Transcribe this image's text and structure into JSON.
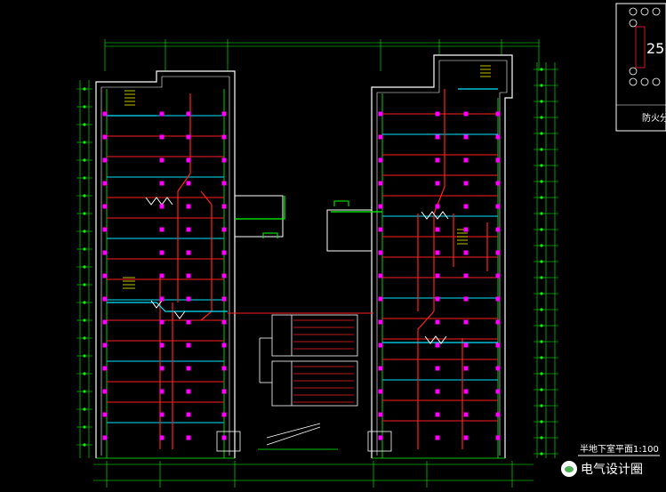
{
  "drawing": {
    "title": "半地下室平面1:100",
    "side_panel_label": "防火分",
    "colors": {
      "background": "#000000",
      "wall": "#ffffff",
      "grid": "#00ff00",
      "circuit": "#ff2020",
      "lighting": "#00e5ff",
      "device": "#ff00ff",
      "dimension": "#00ff00"
    }
  },
  "watermark": {
    "icon": "wechat-icon",
    "text": "电气设计圈"
  }
}
